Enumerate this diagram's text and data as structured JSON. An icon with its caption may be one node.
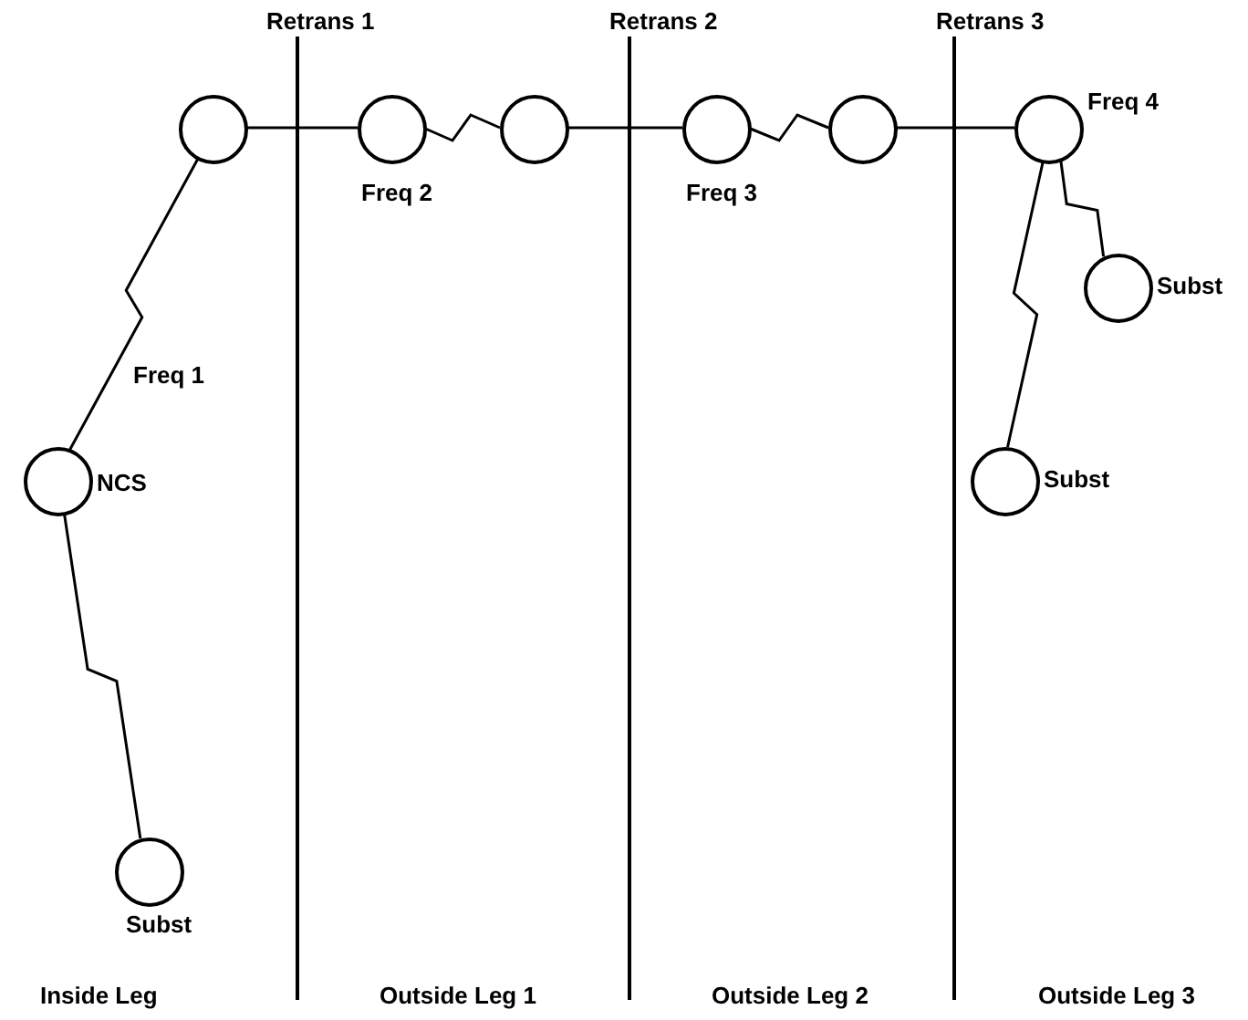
{
  "diagram": {
    "nodes": [
      {
        "text": [],
        "shape": "circle"
      },
      {
        "text": [],
        "shape": "circle"
      },
      {
        "text": [],
        "shape": "circle"
      },
      {
        "text": [],
        "shape": "circle"
      },
      {
        "text": [],
        "shape": "circle"
      },
      {
        "text": [],
        "shape": "circle",
        "beside": [
          "Freq 4"
        ]
      },
      {
        "text": [],
        "shape": "circle",
        "beside": [
          "Subst"
        ]
      },
      {
        "text": [],
        "shape": "circle",
        "beside": [
          "NCS"
        ]
      },
      {
        "text": [],
        "shape": "circle",
        "beside": [
          "Subst"
        ]
      },
      {
        "text": [],
        "shape": "circle",
        "beside": [
          "Subst"
        ]
      }
    ],
    "edges": [
      {
        "from": 0,
        "to": 7,
        "arrow": "none",
        "label": "Freq 1"
      },
      {
        "from": 7,
        "to": 9,
        "arrow": "none"
      },
      {
        "from": 0,
        "to": 1,
        "arrow": "none"
      },
      {
        "from": 1,
        "to": 2,
        "arrow": "none",
        "label": "Freq 2"
      },
      {
        "from": 2,
        "to": 3,
        "arrow": "none"
      },
      {
        "from": 3,
        "to": 4,
        "arrow": "none",
        "label": "Freq 3"
      },
      {
        "from": 4,
        "to": 5,
        "arrow": "none"
      },
      {
        "from": 5,
        "to": 6,
        "arrow": "none"
      },
      {
        "from": 5,
        "to": 8,
        "arrow": "none"
      }
    ],
    "labels": [
      "Retrans 1",
      "Retrans 2",
      "Retrans 3",
      "Inside Leg",
      "Outside Leg 1",
      "Outside Leg 2",
      "Outside Leg 3"
    ]
  }
}
